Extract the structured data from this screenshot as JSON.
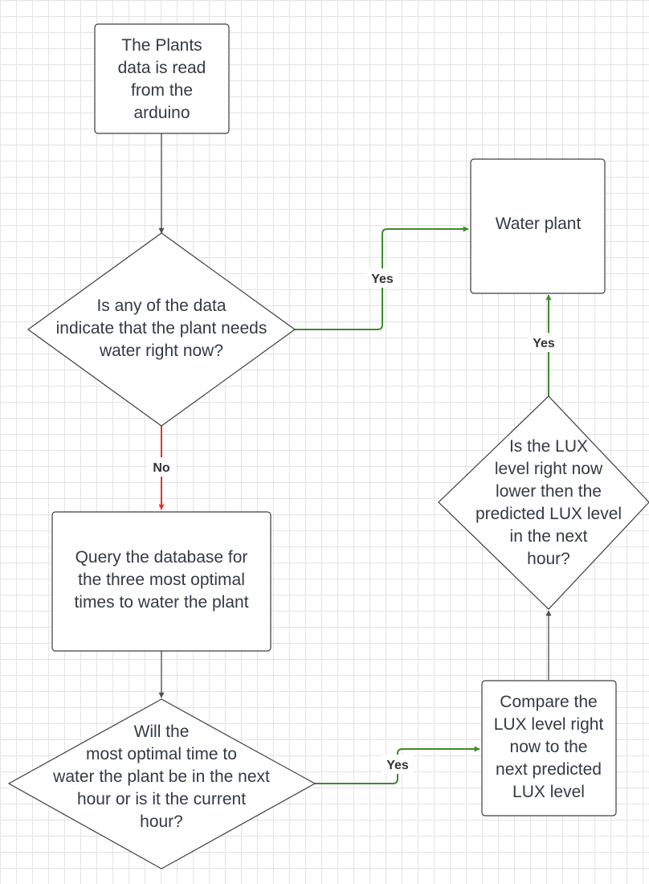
{
  "colors": {
    "default_edge": "#4a4f57",
    "yes_edge": "#3f8a2e",
    "no_edge": "#e0322b"
  },
  "nodes": {
    "read_data": {
      "lines": [
        "The Plants",
        "data is read",
        "from the",
        "arduino"
      ]
    },
    "needs_water_decision": {
      "lines": [
        "Is any of the data",
        "indicate that the plant needs",
        "water right now?"
      ]
    },
    "water_plant": {
      "lines": [
        "Water plant"
      ]
    },
    "query_database": {
      "lines": [
        "Query the database for",
        "the three most optimal",
        "times to water the plant"
      ]
    },
    "lux_lower_decision": {
      "lines": [
        "Is the LUX",
        "level right now",
        "lower then the",
        "predicted LUX level",
        "in the next",
        "hour?"
      ]
    },
    "optimal_time_decision": {
      "lines": [
        "Will the",
        "most optimal time to",
        "water the plant be in the next",
        "hour or is it the current",
        "hour?"
      ]
    },
    "compare_lux": {
      "lines": [
        "Compare the",
        "LUX level right",
        "now to the",
        "next predicted",
        "LUX level"
      ]
    }
  },
  "edges": {
    "needs_water_yes": {
      "label": "Yes",
      "kind": "yes"
    },
    "needs_water_no": {
      "label": "No",
      "kind": "no"
    },
    "optimal_time_yes": {
      "label": "Yes",
      "kind": "yes"
    },
    "lux_lower_yes": {
      "label": "Yes",
      "kind": "yes"
    },
    "read_to_decision": {
      "label": "",
      "kind": "default"
    },
    "query_to_decision": {
      "label": "",
      "kind": "default"
    },
    "compare_to_decision": {
      "label": "",
      "kind": "default"
    }
  }
}
